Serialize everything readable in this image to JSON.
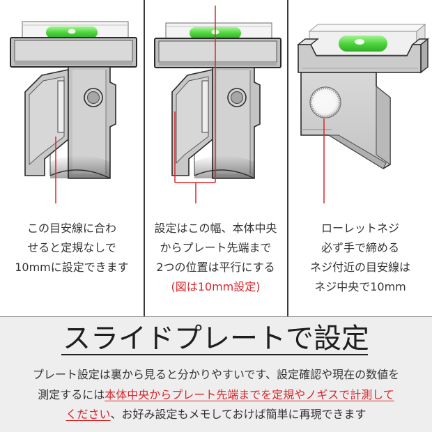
{
  "panels": [
    {
      "lines": [
        "この目安線に合わ",
        "せると定規なしで",
        "10mmに設定できます"
      ]
    },
    {
      "lines": [
        "設定はこの幅、本体中央",
        "からプレート先端まで",
        "2つの位置は平行にする"
      ],
      "note": "(図は10mm設定)"
    },
    {
      "lines": [
        "ローレットネジ",
        "必ず手で締める",
        "ネジ付近の目安線は",
        "ネジ中央で10mm"
      ]
    }
  ],
  "info": {
    "title": "スライドプレートで設定",
    "line1": "プレート設定は裏から見ると分かりやすいです、設定確認や現在の数値を",
    "line2_prefix": "測定するには",
    "line2_highlight": "本体中央からプレート先端までを定規やノギスで計測して",
    "line3_highlight": "ください",
    "line3_suffix": "、お好み設定もメモしておけば簡単に再現できます"
  },
  "colors": {
    "accent_red": "#d9262b",
    "text": "#333333",
    "bubble_green": "#4fd43f",
    "info_background": "#eeeeee"
  }
}
